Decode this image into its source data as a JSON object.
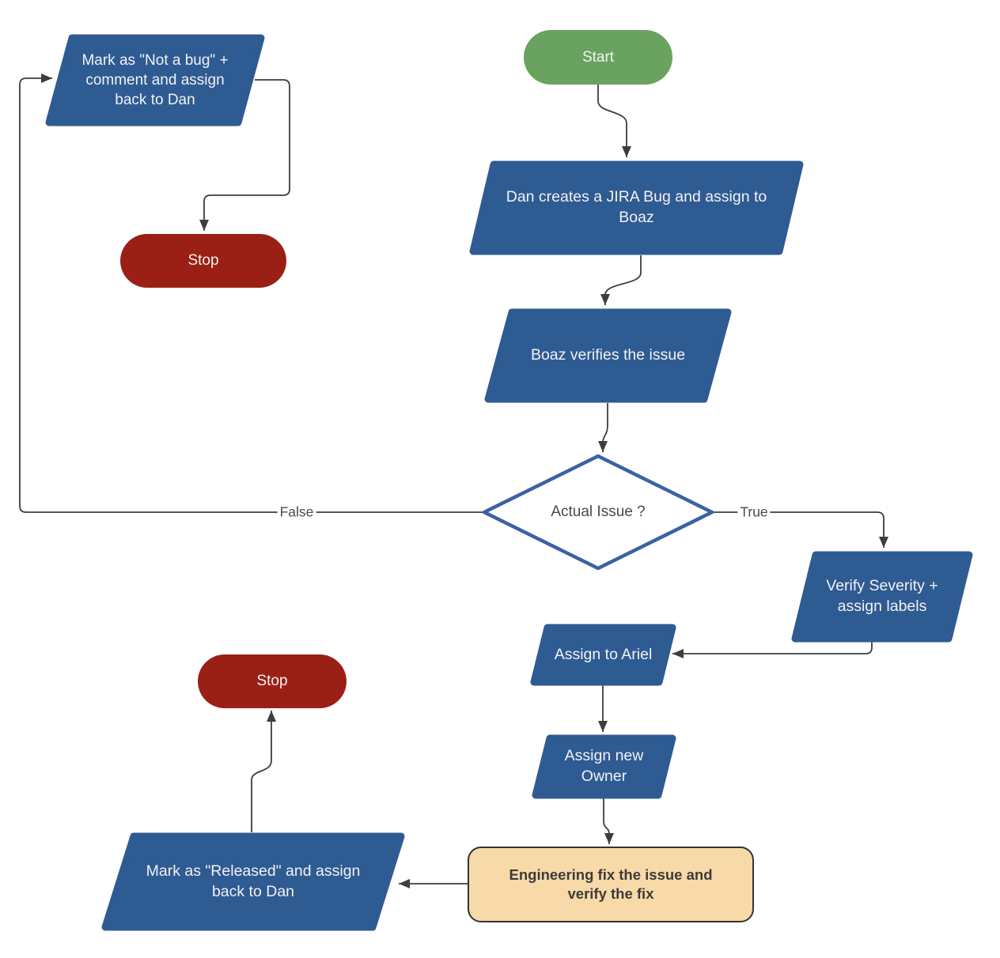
{
  "diagram": {
    "type": "flowchart",
    "nodes": {
      "start": {
        "shape": "terminator",
        "label": "Start"
      },
      "dan_creates": {
        "shape": "parallelogram",
        "label": "Dan creates a JIRA Bug and assign to\nBoaz"
      },
      "boaz_verifies": {
        "shape": "parallelogram",
        "label": "Boaz verifies the issue"
      },
      "actual_issue": {
        "shape": "decision",
        "label": "Actual Issue ?"
      },
      "not_a_bug": {
        "shape": "parallelogram",
        "label": "Mark as \"Not a bug\" +\ncomment and assign\nback to Dan"
      },
      "stop_top": {
        "shape": "terminator",
        "label": "Stop"
      },
      "verify_severity": {
        "shape": "parallelogram",
        "label": "Verify Severity +\nassign labels"
      },
      "assign_ariel": {
        "shape": "parallelogram",
        "label": "Assign to Ariel"
      },
      "assign_owner": {
        "shape": "parallelogram",
        "label": "Assign new\nOwner"
      },
      "engineering_fix": {
        "shape": "process",
        "label": "Engineering fix the issue and\nverify the fix"
      },
      "mark_released": {
        "shape": "parallelogram",
        "label": "Mark as \"Released\" and assign\nback to Dan"
      },
      "stop_bottom": {
        "shape": "terminator",
        "label": "Stop"
      }
    },
    "edge_labels": {
      "false": "False",
      "true": "True"
    },
    "colors": {
      "process_blue": "#2F5B93",
      "start_green": "#6AA25F",
      "stop_red": "#9A2015",
      "highlight_orange": "#F8D9A8",
      "decision_border_blue": "#3A62A5",
      "decision_fill": "#FFFFFF",
      "connector_gray": "#3D3D3D",
      "box_border_dark": "#333333"
    }
  }
}
